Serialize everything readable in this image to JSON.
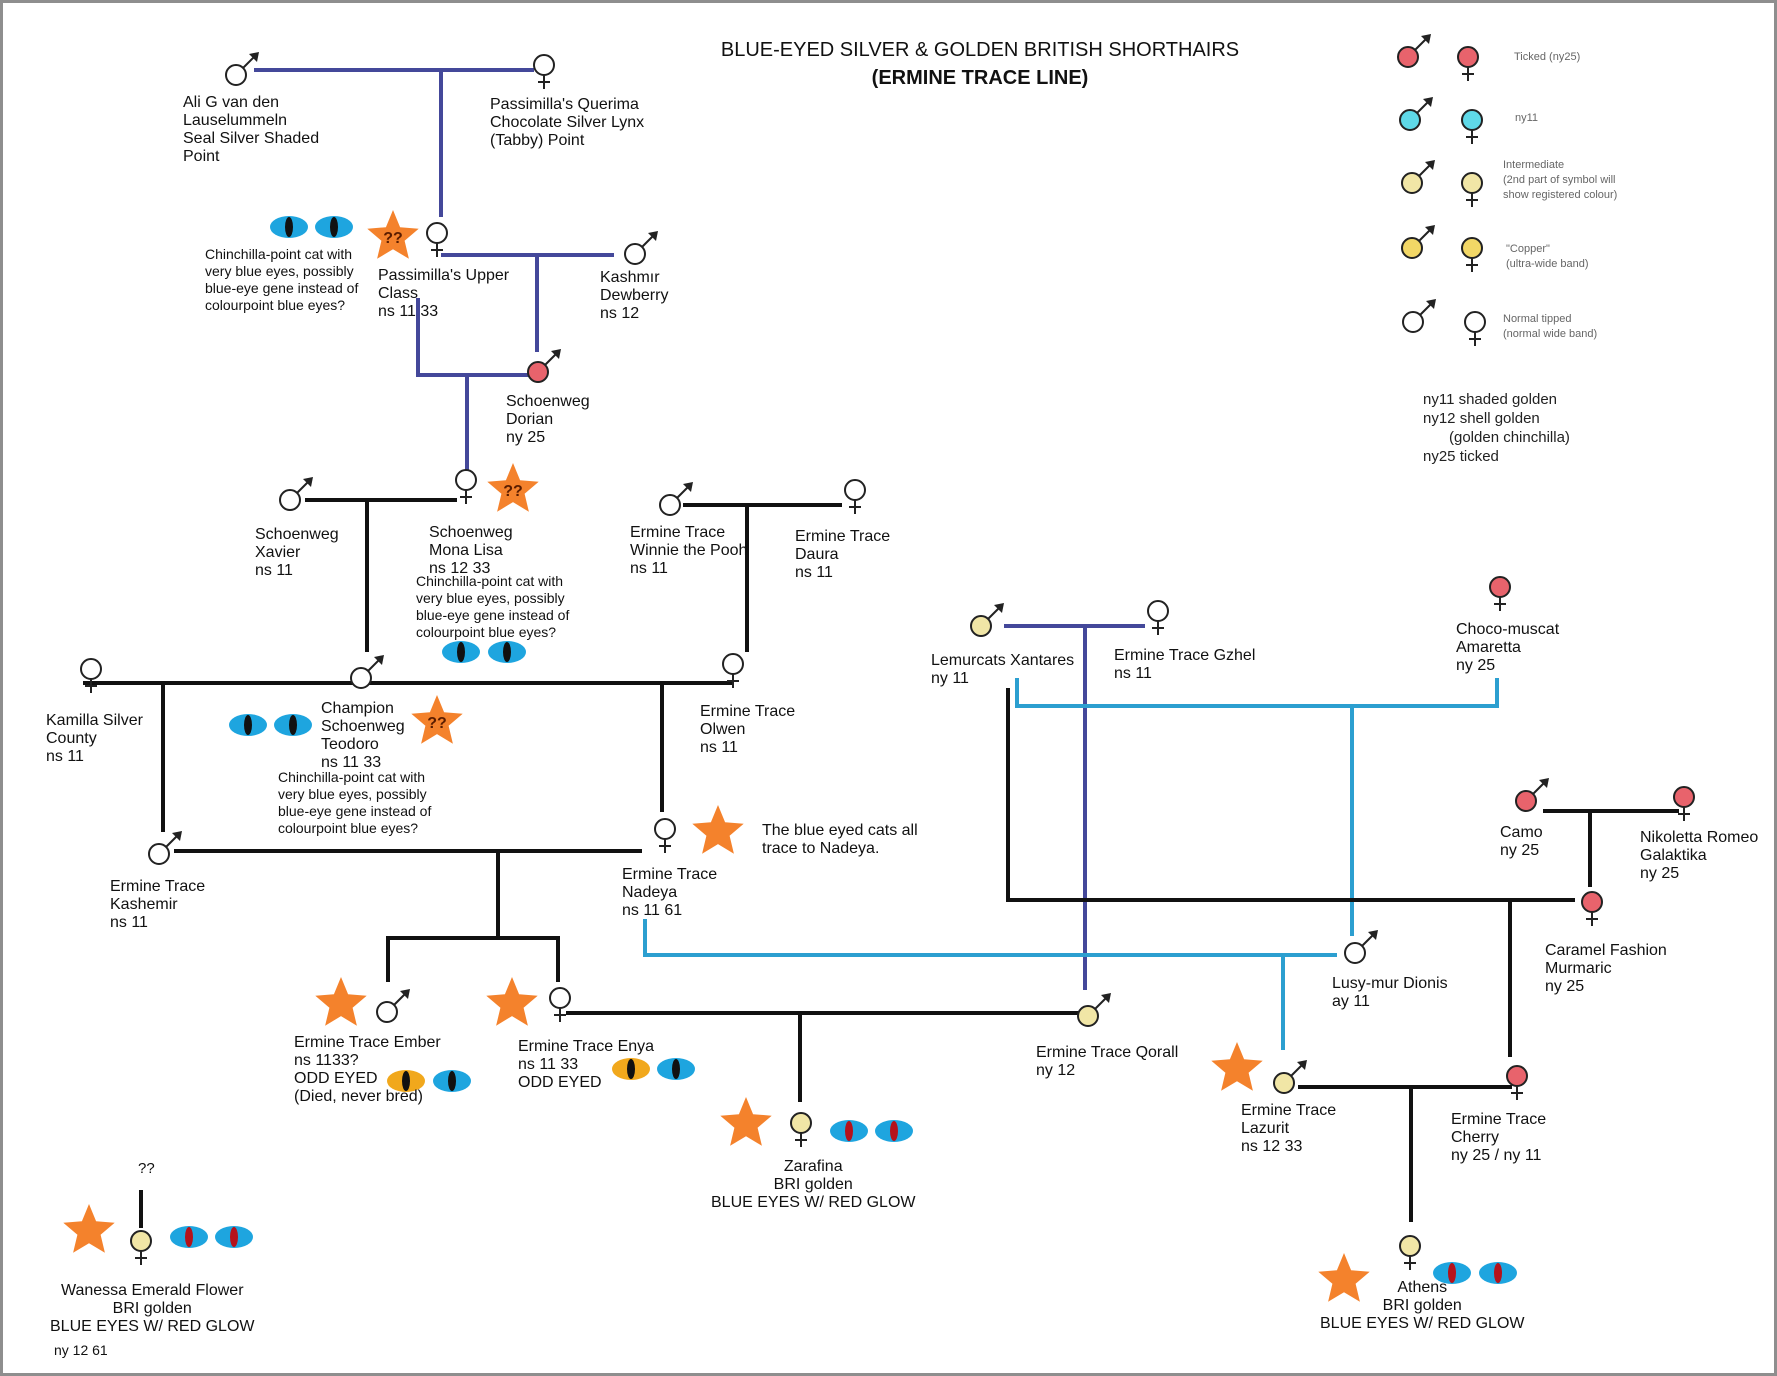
{
  "title": {
    "line1": "BLUE-EYED SILVER & GOLDEN BRITISH SHORTHAIRS",
    "line2": "(ERMINE TRACE LINE)"
  },
  "colors": {
    "ticked": "#e8636c",
    "ny11": "#5fd9e8",
    "intermediate": "#f1e6a6",
    "copper": "#f2d766",
    "normal": "#ffffff",
    "star": "#f4822c",
    "eye_blue": "#1ea5df",
    "eye_amber": "#f1a81c",
    "line_navy": "#44489a",
    "line_cyan": "#2c9fd0",
    "line_black": "#111111"
  },
  "legend": {
    "items": [
      {
        "label": "Ticked (ny25)",
        "fill": "ticked"
      },
      {
        "label": "ny11",
        "fill": "ny11"
      },
      {
        "label": "Intermediate\n(2nd part of symbol will\nshow registered colour)",
        "fill": "intermediate"
      },
      {
        "label": "\"Copper\"\n(ultra-wide band)",
        "fill": "copper"
      },
      {
        "label": "Normal tipped\n(normal wide band)",
        "fill": "normal"
      }
    ],
    "descriptions": [
      "ny11 shaded golden",
      "ny12 shell golden",
      "(golden chinchilla)",
      "ny25 ticked"
    ]
  },
  "cats": {
    "ali": {
      "lines": [
        "Ali G van den",
        "Lauselummeln",
        "Seal Silver Shaded",
        "Point"
      ]
    },
    "querima": {
      "lines": [
        "Passimilla's Querima",
        " Chocolate Silver Lynx",
        "(Tabby) Point"
      ]
    },
    "upperclass": {
      "lines": [
        "Passimilla's Upper",
        "Class",
        "ns 11 33"
      ]
    },
    "dewberry": {
      "lines": [
        "Kashmır",
        "Dewberry",
        "ns 12"
      ]
    },
    "dorian": {
      "lines": [
        "Schoenweg",
        "Dorian",
        "ny 25"
      ]
    },
    "xavier": {
      "lines": [
        "Schoenweg",
        "Xavier",
        "ns 11"
      ]
    },
    "monalisa": {
      "lines": [
        "Schoenweg",
        "Mona Lisa",
        "ns 12 33"
      ]
    },
    "winnie": {
      "lines": [
        "Ermine Trace",
        "Winnie the Pooh",
        "ns 11"
      ]
    },
    "daura": {
      "lines": [
        "Ermine Trace",
        "Daura",
        "ns 11"
      ]
    },
    "kamilla": {
      "lines": [
        "Kamilla Silver",
        "County",
        "ns 11"
      ]
    },
    "teodoro": {
      "lines": [
        "Champion",
        "Schoenweg",
        "Teodoro",
        "ns 11 33"
      ]
    },
    "olwen": {
      "lines": [
        "Ermine Trace",
        "Olwen",
        "ns 11"
      ]
    },
    "kashemir": {
      "lines": [
        "Ermine Trace",
        "Kashemir",
        "ns 11"
      ]
    },
    "nadeya": {
      "lines": [
        "Ermine Trace",
        "Nadeya",
        "ns 11 61"
      ]
    },
    "xantares": {
      "lines": [
        "Lemurcats Xantares",
        "ny 11"
      ]
    },
    "gzhel": {
      "lines": [
        "Ermine Trace Gzhel",
        "ns 11"
      ]
    },
    "amaretta": {
      "lines": [
        "Choco-muscat",
        "Amaretta",
        "ny 25"
      ]
    },
    "camo": {
      "lines": [
        "Camo",
        "ny 25"
      ]
    },
    "nikoletta": {
      "lines": [
        "Nikoletta Romeo",
        "Galaktika",
        "ny 25"
      ]
    },
    "murmaric": {
      "lines": [
        "Caramel Fashion",
        "Murmaric",
        "ny 25"
      ]
    },
    "dionis": {
      "lines": [
        "Lusy-mur Dionis",
        "ay 11"
      ]
    },
    "ember": {
      "lines": [
        "Ermine Trace Ember",
        "ns 1133?",
        "ODD EYED",
        "(Died, never bred)"
      ]
    },
    "enya": {
      "lines": [
        "Ermine Trace Enya",
        "ns 11 33",
        "ODD EYED"
      ]
    },
    "qorall": {
      "lines": [
        "Ermine Trace Qorall",
        "ny 12"
      ]
    },
    "zarafina": {
      "lines": [
        "Zarafina",
        "BRI golden",
        "BLUE EYES W/ RED GLOW"
      ]
    },
    "lazurit": {
      "lines": [
        "Ermine Trace",
        "Lazurit",
        "ns 12 33"
      ]
    },
    "cherry": {
      "lines": [
        "Ermine Trace",
        "Cherry",
        "ny 25 / ny 11"
      ]
    },
    "athens": {
      "lines": [
        "Athens",
        "BRI golden",
        "BLUE EYES W/ RED GLOW"
      ]
    },
    "wanessa": {
      "lines": [
        "Wanessa Emerald Flower",
        "BRI golden",
        "BLUE EYES W/ RED GLOW"
      ]
    },
    "wanessa_reg": "ny 12 61"
  },
  "notes": {
    "chinchilla_note": [
      "Chinchilla-point cat with",
      "very blue eyes, possibly",
      "blue-eye gene instead of",
      "colourpoint blue eyes?"
    ],
    "blue_eyed_note": [
      "The blue eyed cats all",
      "trace to Nadeya."
    ],
    "unknown": "??",
    "wanessa_parent": "??"
  }
}
